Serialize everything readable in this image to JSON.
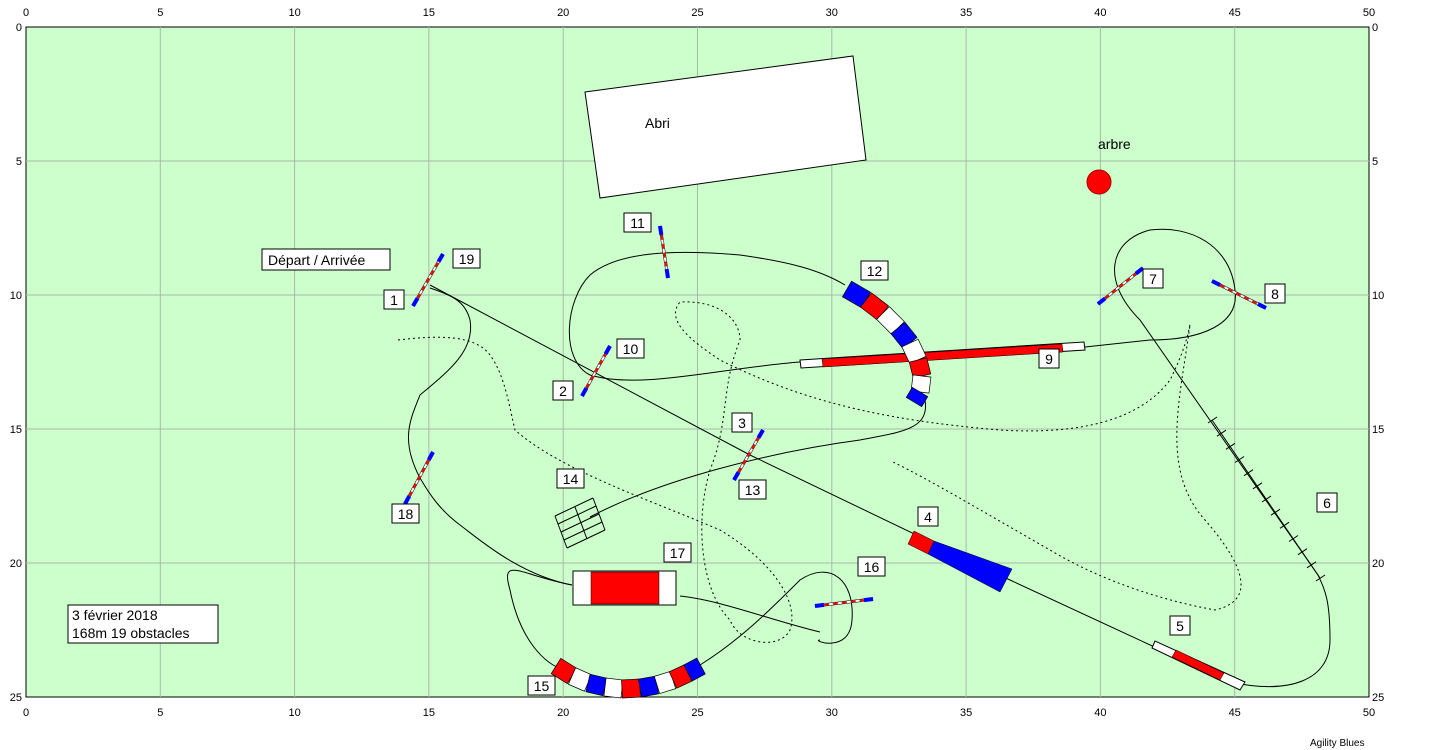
{
  "course": {
    "x_ticks": [
      "0",
      "5",
      "10",
      "15",
      "20",
      "25",
      "30",
      "35",
      "40",
      "45",
      "50"
    ],
    "y_ticks": [
      "0",
      "5",
      "10",
      "15",
      "20",
      "25"
    ],
    "colors": {
      "field": "#ccffcc",
      "grid": "#a9b9a9",
      "path": "#000000",
      "red": "#ff0000",
      "blue": "#0000ff"
    }
  },
  "labels": {
    "shelter": "Abri",
    "tree": "arbre",
    "start_finish": "Départ / Arrivée",
    "date": "3 février 2018",
    "summary": "168m 19 obstacles",
    "credit": "Agility Blues"
  },
  "obstacles": [
    {
      "number": "1"
    },
    {
      "number": "2"
    },
    {
      "number": "3"
    },
    {
      "number": "4"
    },
    {
      "number": "5"
    },
    {
      "number": "6"
    },
    {
      "number": "7"
    },
    {
      "number": "8"
    },
    {
      "number": "9"
    },
    {
      "number": "10"
    },
    {
      "number": "11"
    },
    {
      "number": "12"
    },
    {
      "number": "13"
    },
    {
      "number": "14"
    },
    {
      "number": "15"
    },
    {
      "number": "16"
    },
    {
      "number": "17"
    },
    {
      "number": "18"
    },
    {
      "number": "19"
    }
  ]
}
